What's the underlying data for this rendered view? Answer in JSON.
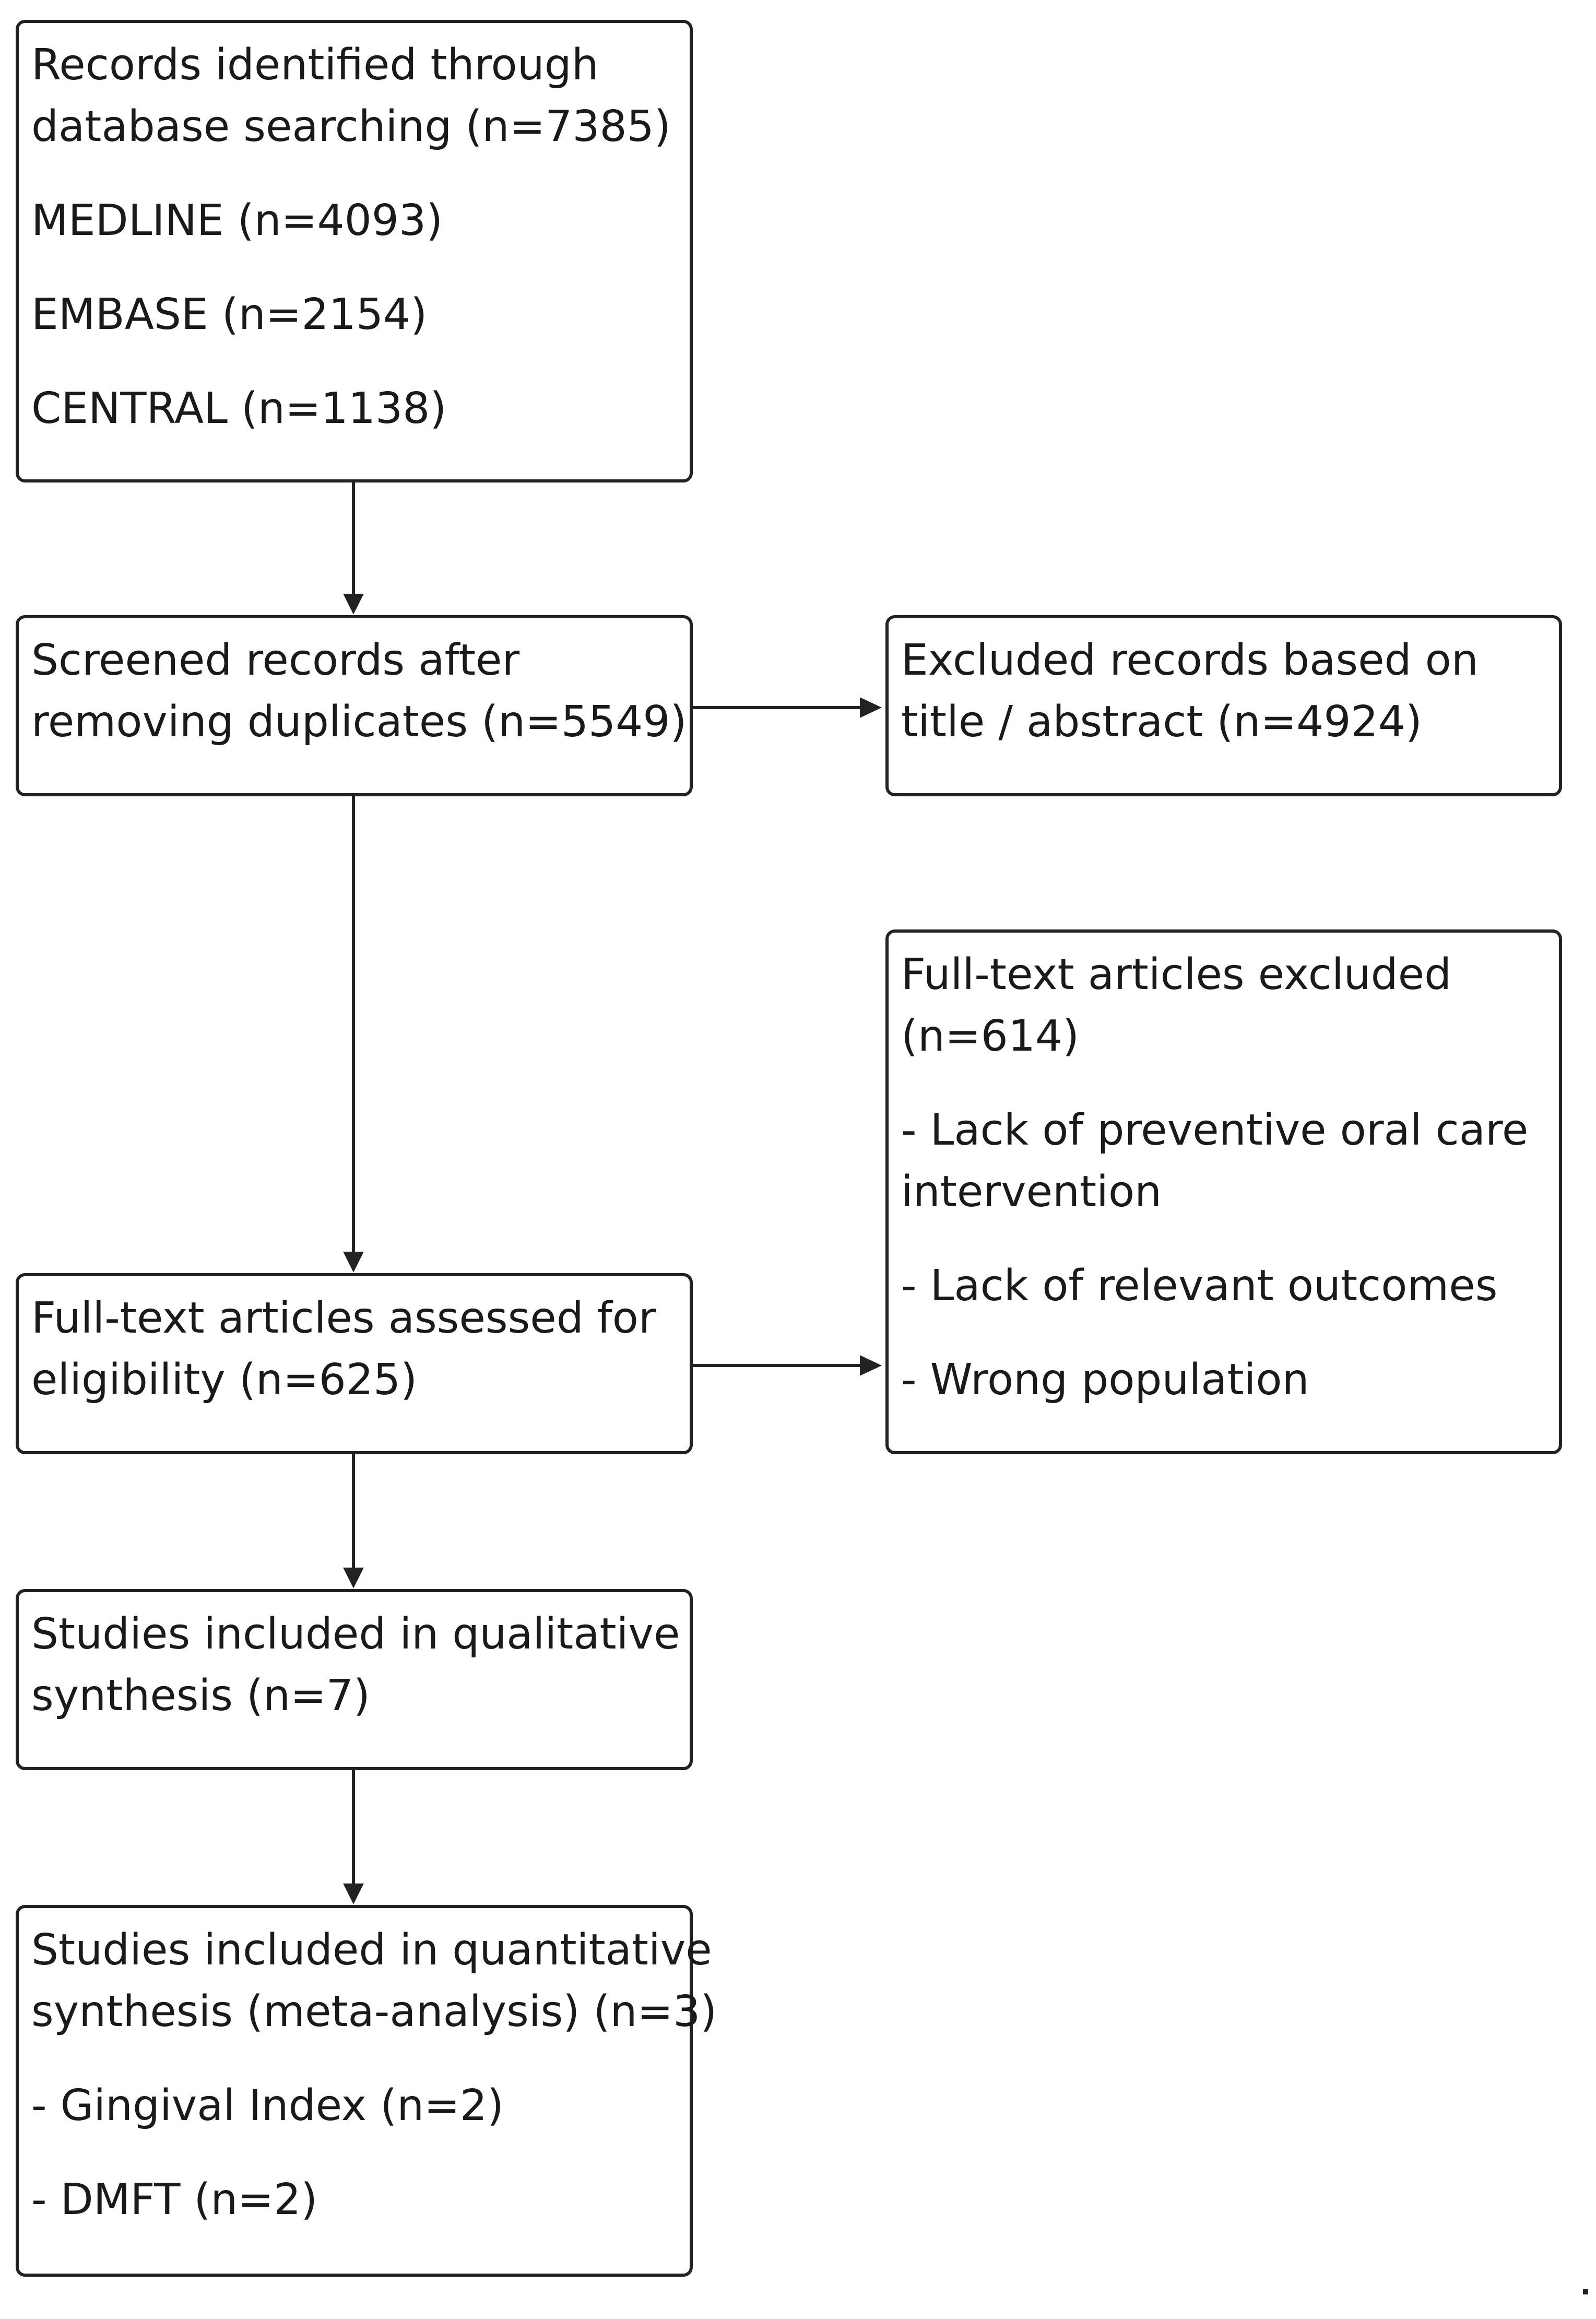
{
  "flow": {
    "records_identified": {
      "lines": [
        "Records identified through",
        "database searching (n=7385)"
      ],
      "sources": [
        "MEDLINE (n=4093)",
        "EMBASE (n=2154)",
        "CENTRAL (n=1138)"
      ]
    },
    "screened": {
      "lines": [
        "Screened records after",
        "removing duplicates (n=5549)"
      ]
    },
    "excluded_title": {
      "lines": [
        "Excluded records based on",
        "title / abstract (n=4924)"
      ]
    },
    "fulltext_excluded": {
      "lines": [
        "Full-text articles excluded",
        "(n=614)"
      ],
      "reasons": [
        [
          "- Lack of preventive oral care",
          "intervention"
        ],
        [
          "- Lack of relevant outcomes"
        ],
        [
          "- Wrong population"
        ]
      ]
    },
    "fulltext_assessed": {
      "lines": [
        "Full-text articles assessed for",
        "eligibility (n=625)"
      ]
    },
    "qualitative": {
      "lines": [
        "Studies included in qualitative",
        "synthesis (n=7)"
      ]
    },
    "quantitative": {
      "lines": [
        "Studies included in quantitative",
        "synthesis (meta-analysis) (n=3)"
      ],
      "items": [
        "- Gingival Index (n=2)",
        "- DMFT (n=2)"
      ]
    }
  }
}
